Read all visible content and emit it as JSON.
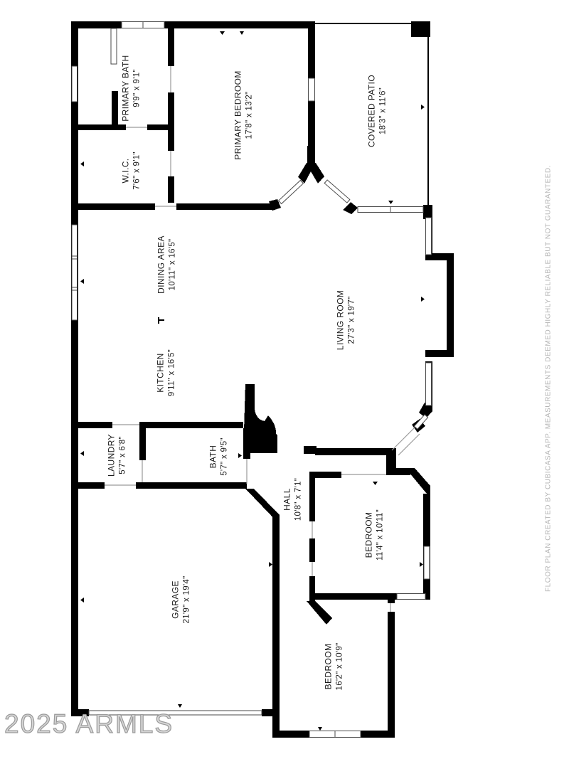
{
  "watermark": "2025 ARMLS",
  "disclaimer": "FLOOR PLAN CREATED BY CUBICASA APP. MEASUREMENTS DEEMED HIGHLY RELIABLE BUT NOT GUARANTEED.",
  "rooms": [
    {
      "name": "PRIMARY BATH",
      "dimensions": "9'9\" x 9'1\""
    },
    {
      "name": "W.I.C.",
      "dimensions": "7'6\" x 9'1\""
    },
    {
      "name": "PRIMARY BEDROOM",
      "dimensions": "17'8\" x 13'2\""
    },
    {
      "name": "COVERED PATIO",
      "dimensions": "18'3\" x 11'6\""
    },
    {
      "name": "DINING AREA",
      "dimensions": "10'11\" x 16'5\""
    },
    {
      "name": "KITCHEN",
      "dimensions": "9'11\" x 16'5\""
    },
    {
      "name": "LIVING ROOM",
      "dimensions": "27'3\" x 19'7\""
    },
    {
      "name": "LAUNDRY",
      "dimensions": "5'7\" x 6'8\""
    },
    {
      "name": "BATH",
      "dimensions": "5'7\" x 9'5\""
    },
    {
      "name": "HALL",
      "dimensions": "10'8\" x 7'1\""
    },
    {
      "name": "BEDROOM",
      "dimensions": "11'4\" x 10'11\""
    },
    {
      "name": "GARAGE",
      "dimensions": "21'9\" x 19'4\""
    },
    {
      "name": "BEDROOM",
      "dimensions": "16'2\" x 10'9\""
    }
  ],
  "colors": {
    "wall": "#000000",
    "background": "#ffffff",
    "label_text": "#1b1b1b",
    "watermark_gray": "#9a9a9a",
    "disclaimer_gray": "#b4b4b4",
    "window_outline": "#4a4a4a"
  }
}
